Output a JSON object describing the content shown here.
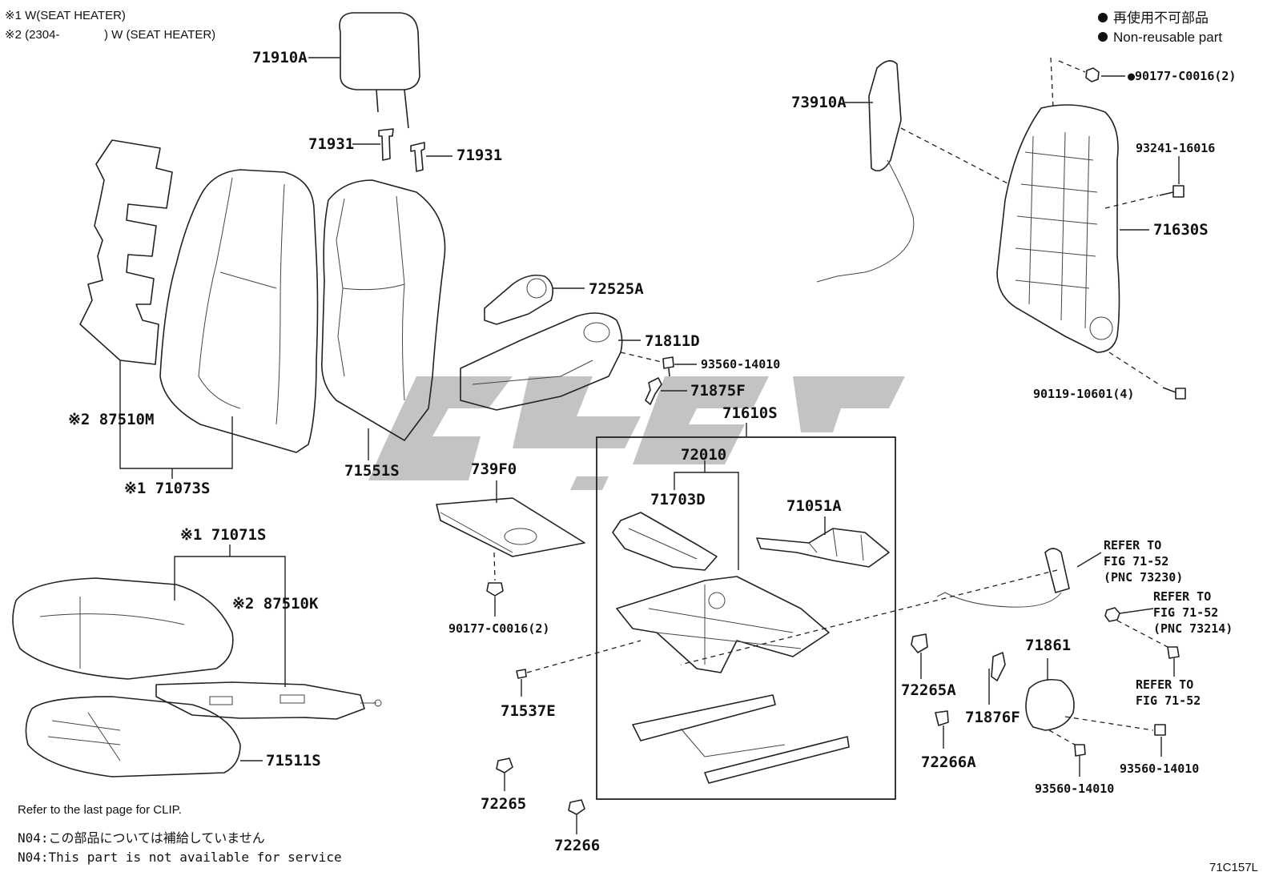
{
  "legend": {
    "marker_jp": "再使用不可部品",
    "marker_en": "Non-reusable part"
  },
  "notes_top": {
    "note1": "※1 W(SEAT HEATER)",
    "note2_prefix": "※2 (2304-",
    "note2_suffix": ") W (SEAT HEATER)"
  },
  "labels": {
    "p71910A": "71910A",
    "p71931a": "71931",
    "p71931b": "71931",
    "p87510M": "※2 87510M",
    "p71073S": "※1 71073S",
    "p71551S": "71551S",
    "p72525A": "72525A",
    "p71811D": "71811D",
    "p93560a": "93560-14010",
    "p71875F": "71875F",
    "p73910A": "73910A",
    "p90177a": "●90177-C0016(2)",
    "p93241": "93241-16016",
    "p71630S": "71630S",
    "p90119": "90119-10601(4)",
    "p71610S": "71610S",
    "p72010": "72010",
    "p71703D": "71703D",
    "p71051A": "71051A",
    "p739F0": "739F0",
    "p90177b": "90177-C0016(2)",
    "p71537E": "71537E",
    "p72265": "72265",
    "p72266": "72266",
    "p71071S": "※1 71071S",
    "p87510K": "※2 87510K",
    "p71511S": "71511S",
    "p72265A": "72265A",
    "p72266A": "72266A",
    "p71876F": "71876F",
    "p71861": "71861",
    "p93560b": "93560-14010",
    "p93560c": "93560-14010",
    "ref1_l1": "REFER TO",
    "ref1_l2": "FIG 71-52",
    "ref1_l3": "(PNC 73230)",
    "ref2_l1": "REFER TO",
    "ref2_l2": "FIG 71-52",
    "ref2_l3": "(PNC 73214)",
    "ref3_l1": "REFER TO",
    "ref3_l2": "FIG 71-52"
  },
  "footer": {
    "clip_note": "Refer to the last page for CLIP.",
    "n04_jp": "N04:この部品については補給していません",
    "n04_en": "N04:This part is not available for service",
    "fig_code": "71C157L"
  }
}
